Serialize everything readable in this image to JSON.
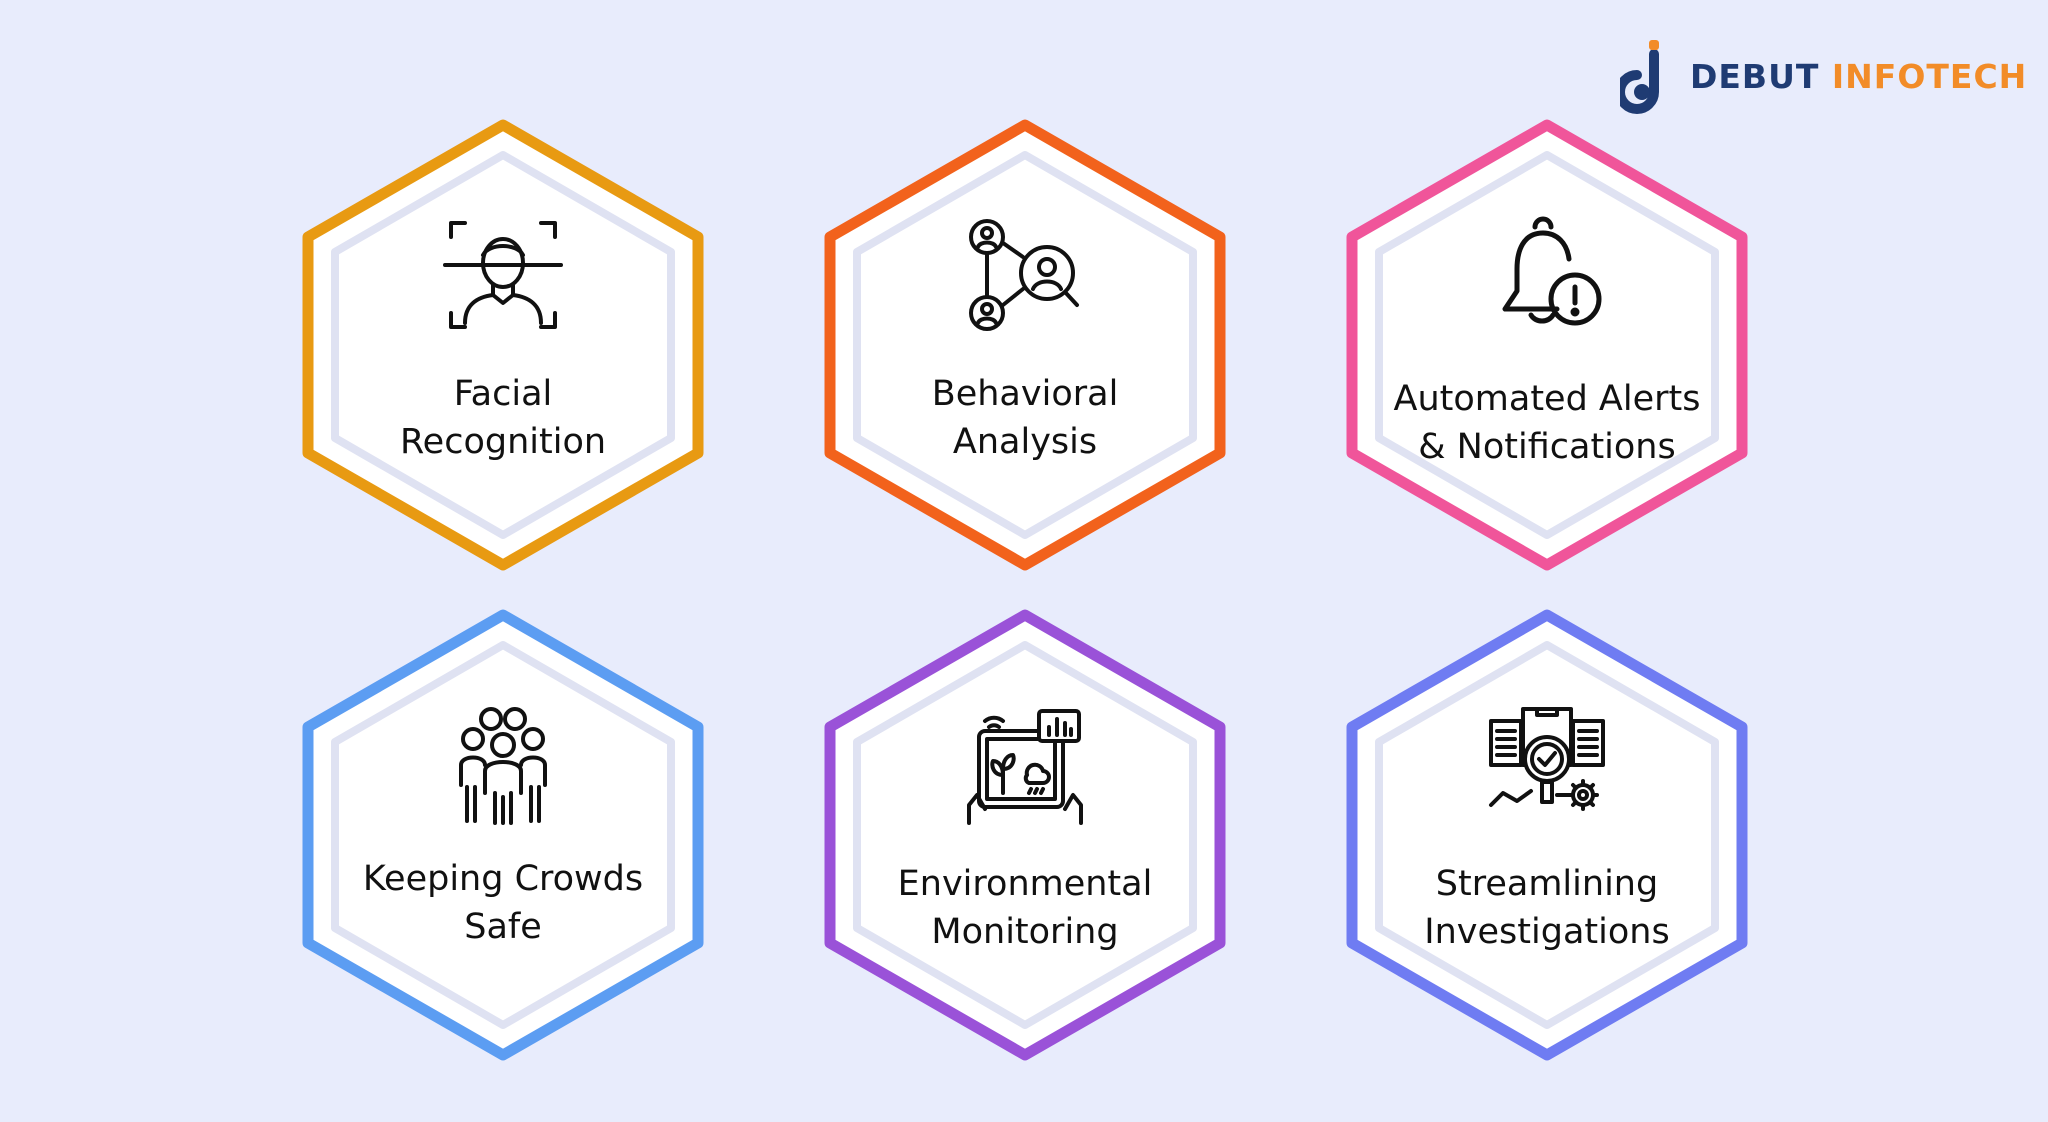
{
  "brand": {
    "word1": "DEBUT",
    "word2": "INFOTECH",
    "primary_color": "#1f3b73",
    "accent_color": "#f28c28"
  },
  "items": [
    {
      "label": "Facial\nRecognition",
      "icon": "face-scan-icon",
      "color": "#e89a12"
    },
    {
      "label": "Behavioral\nAnalysis",
      "icon": "behavior-network-icon",
      "color": "#f2621c"
    },
    {
      "label": "Automated Alerts\n& Notifications",
      "icon": "bell-alert-icon",
      "color": "#f0559a"
    },
    {
      "label": "Keeping Crowds\nSafe",
      "icon": "crowd-icon",
      "color": "#5c9df2"
    },
    {
      "label": "Environmental\nMonitoring",
      "icon": "environment-tablet-icon",
      "color": "#9a52d8"
    },
    {
      "label": "Streamlining\nInvestigations",
      "icon": "investigation-icon",
      "color": "#6f7cf2"
    }
  ]
}
